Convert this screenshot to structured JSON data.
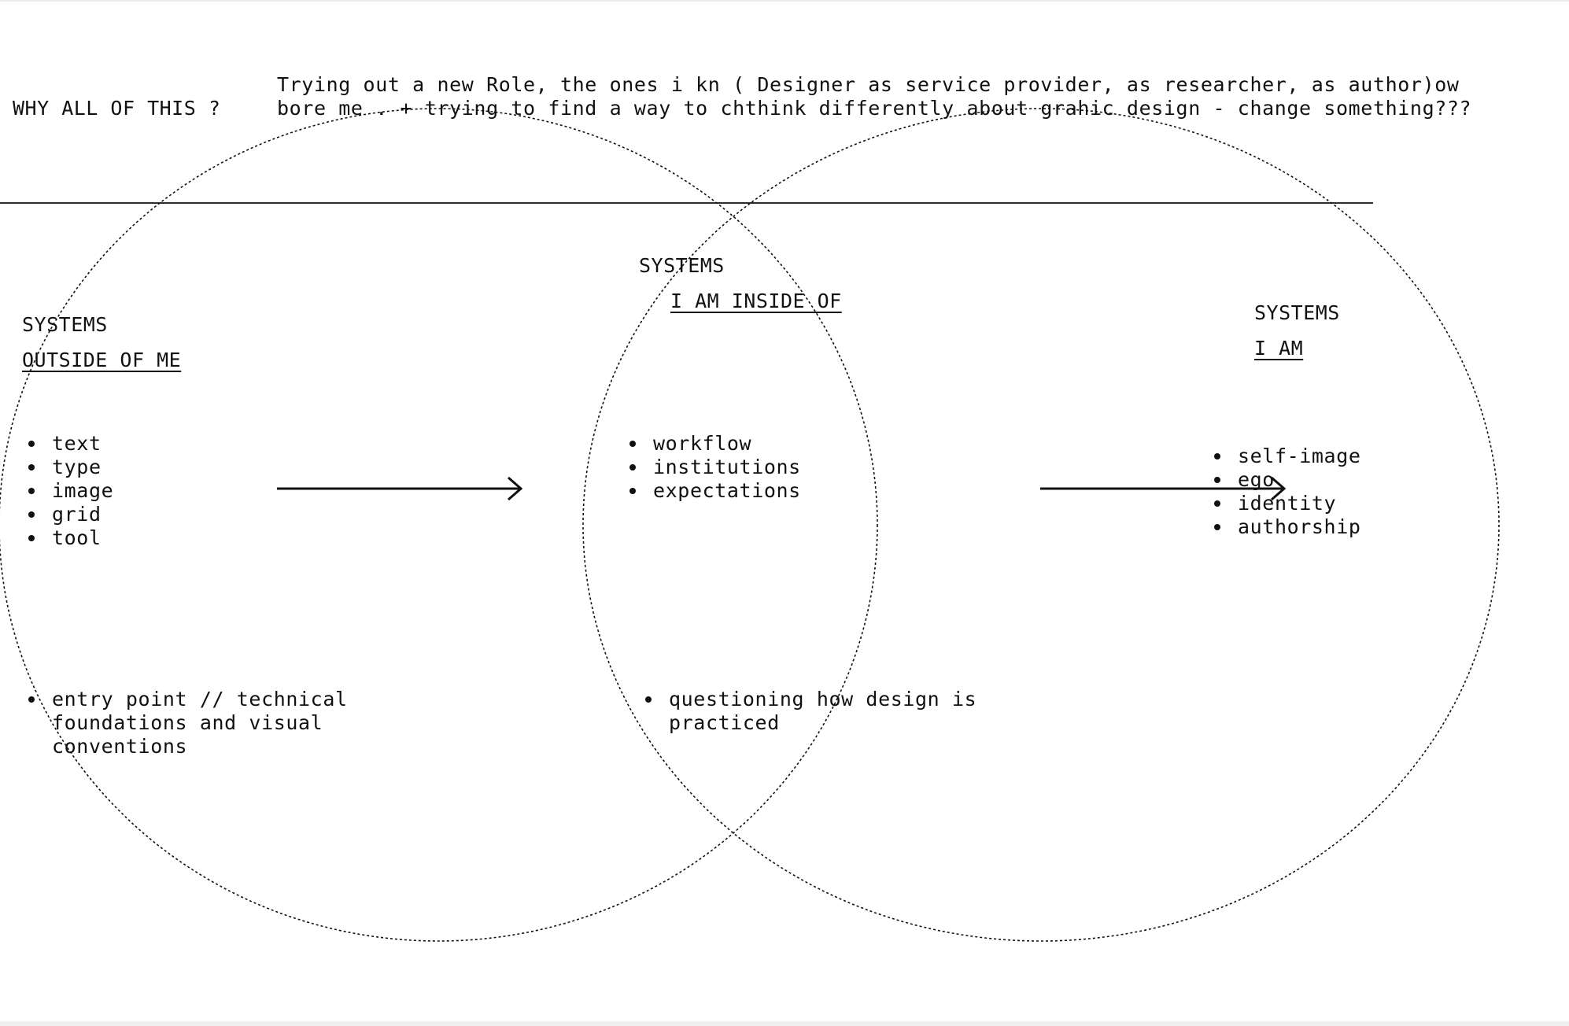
{
  "question": "WHY ALL OF THIS ?",
  "intro": "Trying out a new Role, the ones i kn ( Designer as service provider, as researcher, as author)ow bore me .   +  trying to find a way to chthink differently about grahic design - change something???",
  "columns": {
    "outside": {
      "title": "SYSTEMS",
      "subtitle": "OUTSIDE OF ME",
      "items": [
        "text",
        "type",
        "image",
        "grid",
        "tool"
      ],
      "note": "entry point // technical foundations and visual conventions"
    },
    "inside": {
      "title": "SYSTEMS",
      "subtitle": "I AM INSIDE OF",
      "items": [
        "workflow",
        "institutions",
        "expectations"
      ],
      "note": "questioning how design is practiced"
    },
    "self": {
      "title": "SYSTEMS",
      "subtitle": "I AM",
      "items": [
        "self-image",
        "ego",
        "identity",
        "authorship"
      ]
    }
  },
  "colors": {
    "ink": "#111111",
    "background": "#ffffff"
  }
}
